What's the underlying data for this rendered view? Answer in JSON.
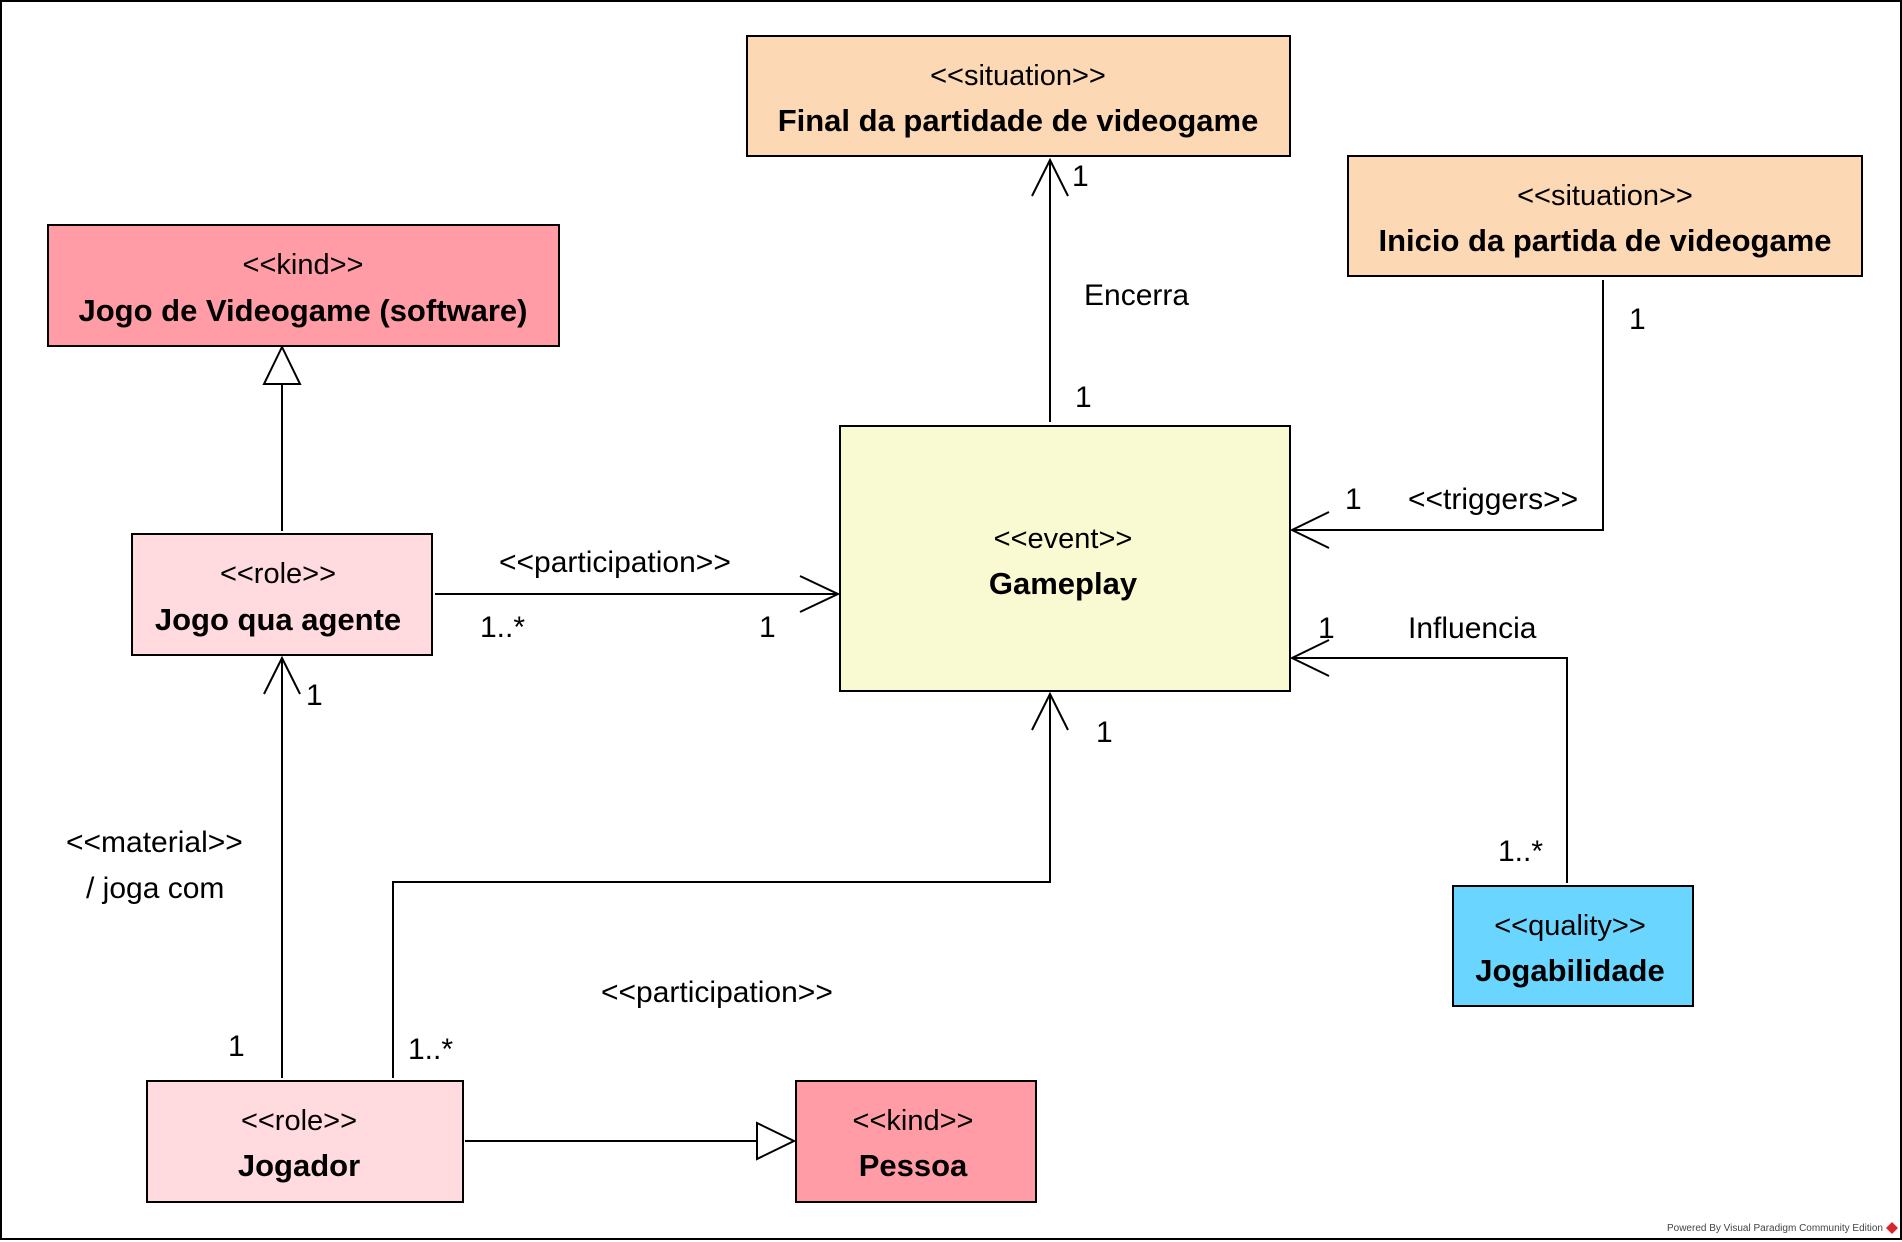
{
  "colors": {
    "kind": "#FF9CA6",
    "role": "#FFDADF",
    "situation": "#FCD8B4",
    "event": "#FAFAD2",
    "quality": "#6AD6FF",
    "line": "#000000",
    "frame": "#000000"
  },
  "nodes": {
    "final": {
      "stereotype": "<<situation>>",
      "name": "Final da partidade de videogame"
    },
    "inicio": {
      "stereotype": "<<situation>>",
      "name": "Inicio da partida de videogame"
    },
    "jogo_videogame": {
      "stereotype": "<<kind>>",
      "name": "Jogo de Videogame (software)"
    },
    "jogo_agente": {
      "stereotype": "<<role>>",
      "name": "Jogo qua agente"
    },
    "gameplay": {
      "stereotype": "<<event>>",
      "name": "Gameplay"
    },
    "jogabilidade": {
      "stereotype": "<<quality>>",
      "name": "Jogabilidade"
    },
    "jogador": {
      "stereotype": "<<role>>",
      "name": "Jogador"
    },
    "pessoa": {
      "stereotype": "<<kind>>",
      "name": "Pessoa"
    }
  },
  "edges": {
    "encerra": {
      "label": "Encerra",
      "mult_source": "1",
      "mult_target": "1"
    },
    "triggers": {
      "label": "<<triggers>>",
      "mult_source": "1",
      "mult_target": "1"
    },
    "influencia": {
      "label": "Influencia",
      "mult_source": "1..*",
      "mult_target": "1"
    },
    "participation_agente": {
      "label": "<<participation>>",
      "mult_source": "1..*",
      "mult_target": "1"
    },
    "material": {
      "label_line1": "<<material>>",
      "label_line2": "/ joga com",
      "mult_source": "1",
      "mult_target": "1"
    },
    "participation_jogador": {
      "label": "<<participation>>",
      "mult_source": "1..*",
      "mult_target": "1"
    }
  },
  "watermark": "Powered By Visual Paradigm Community Edition"
}
